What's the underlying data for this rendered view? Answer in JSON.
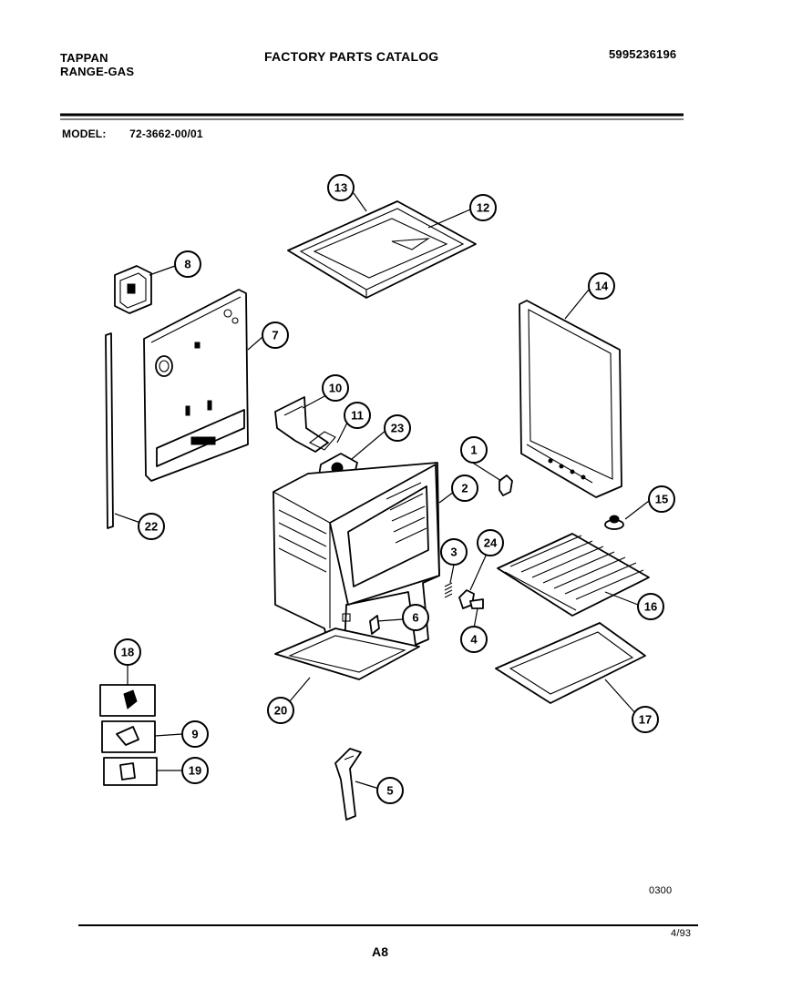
{
  "header": {
    "brand_line1": "TAPPAN",
    "brand_line2": "RANGE-GAS",
    "title": "FACTORY PARTS CATALOG",
    "catalog_number": "5995236196",
    "model_label": "MODEL:",
    "model_value": "72-3662-00/01"
  },
  "footer": {
    "diagram_code": "0300",
    "page_id": "A8",
    "date": "4/93"
  },
  "callouts": {
    "c1": "1",
    "c2": "2",
    "c3": "3",
    "c4": "4",
    "c5": "5",
    "c6": "6",
    "c7": "7",
    "c8": "8",
    "c9": "9",
    "c10": "10",
    "c11": "11",
    "c12": "12",
    "c13": "13",
    "c14": "14",
    "c15": "15",
    "c16": "16",
    "c17": "17",
    "c18": "18",
    "c19": "19",
    "c20": "20",
    "c22": "22",
    "c23": "23",
    "c24": "24"
  }
}
